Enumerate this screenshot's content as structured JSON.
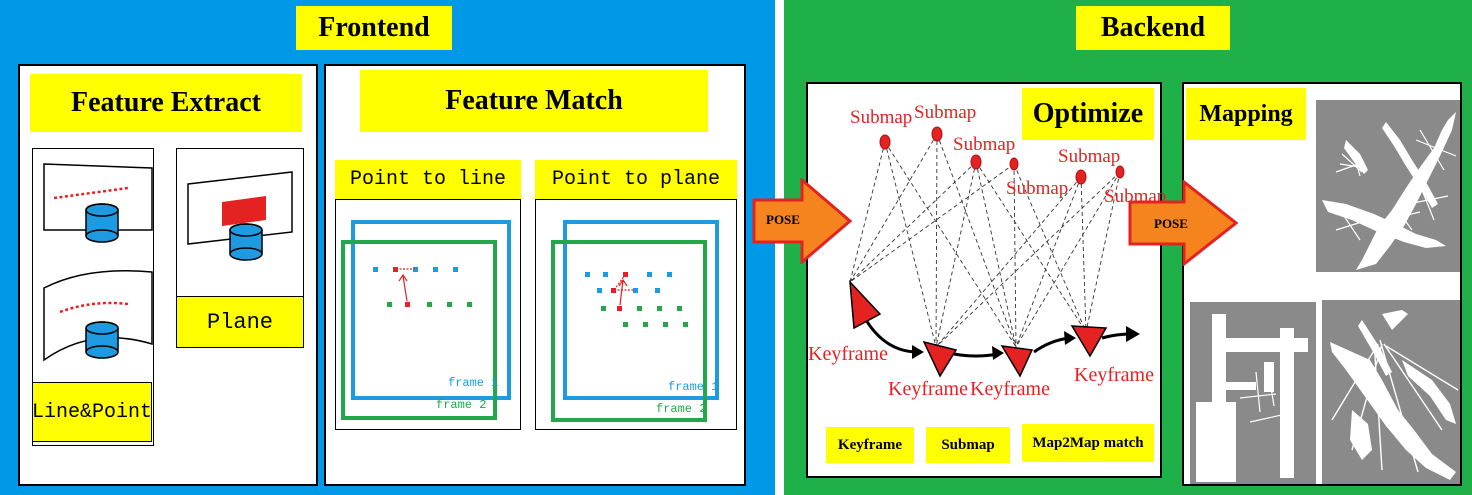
{
  "frontend": {
    "title": "Frontend",
    "feature_extract": {
      "title": "Feature Extract",
      "line_point_label": "Line&Point",
      "plane_label": "Plane"
    },
    "feature_match": {
      "title": "Feature Match",
      "point_to_line": "Point to line",
      "point_to_plane": "Point to plane",
      "frame1": "frame 1",
      "frame2": "frame 2"
    }
  },
  "backend": {
    "title": "Backend",
    "optimize": {
      "title": "Optimize",
      "submap_labels": [
        "Submap",
        "Submap",
        "Submap",
        "Submap",
        "Submap",
        "Submap"
      ],
      "keyframe_labels": [
        "Keyframe",
        "Keyframe",
        "Keyframe",
        "Keyframe"
      ],
      "legend": [
        "Keyframe",
        "Submap",
        "Map2Map match"
      ]
    },
    "mapping": {
      "title": "Mapping"
    }
  },
  "arrows": {
    "pose1": "POSE",
    "pose2": "POSE"
  },
  "colors": {
    "frontend_bg": "#0099e8",
    "backend_bg": "#1fb04a",
    "label_bg": "#ffff00",
    "arrow_fill": "#f5841f",
    "arrow_stroke": "#e52222",
    "node_red": "#e52222",
    "frame_blue": "#1e9ae0",
    "frame_green": "#22a84a"
  }
}
